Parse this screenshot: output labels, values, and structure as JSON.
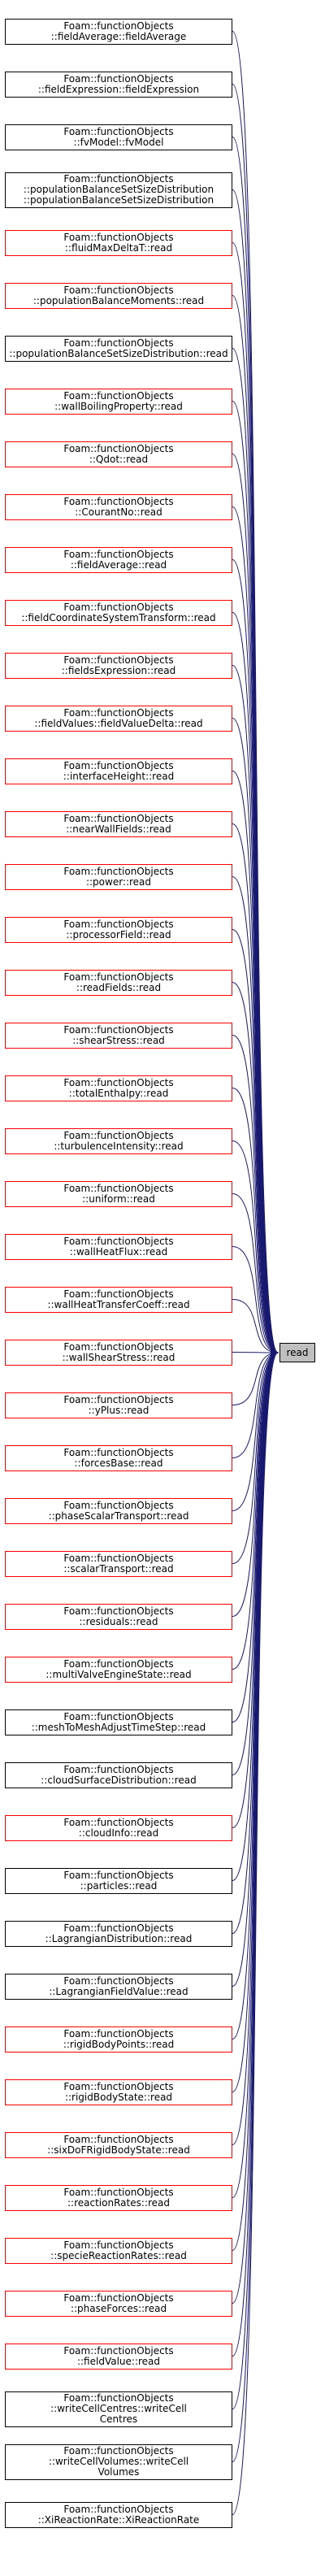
{
  "colors": {
    "edge": "#191970",
    "box_border_default": "#000000",
    "box_border_red": "#ff0000",
    "target_fill": "#bfbfbf"
  },
  "target": {
    "label": "read"
  },
  "nodes": [
    {
      "label": "Foam::functionObjects\n::fieldAverage::fieldAverage",
      "border": "black"
    },
    {
      "label": "Foam::functionObjects\n::fieldExpression::fieldExpression",
      "border": "black"
    },
    {
      "label": "Foam::functionObjects\n::fvModel::fvModel",
      "border": "black"
    },
    {
      "label": "Foam::functionObjects\n::populationBalanceSetSizeDistribution\n::populationBalanceSetSizeDistribution",
      "border": "black"
    },
    {
      "label": "Foam::functionObjects\n::fluidMaxDeltaT::read",
      "border": "red"
    },
    {
      "label": "Foam::functionObjects\n::populationBalanceMoments::read",
      "border": "red"
    },
    {
      "label": "Foam::functionObjects\n::populationBalanceSetSizeDistribution::read",
      "border": "black"
    },
    {
      "label": "Foam::functionObjects\n::wallBoilingProperty::read",
      "border": "red"
    },
    {
      "label": "Foam::functionObjects\n::Qdot::read",
      "border": "red"
    },
    {
      "label": "Foam::functionObjects\n::CourantNo::read",
      "border": "red"
    },
    {
      "label": "Foam::functionObjects\n::fieldAverage::read",
      "border": "red"
    },
    {
      "label": "Foam::functionObjects\n::fieldCoordinateSystemTransform::read",
      "border": "red"
    },
    {
      "label": "Foam::functionObjects\n::fieldsExpression::read",
      "border": "red"
    },
    {
      "label": "Foam::functionObjects\n::fieldValues::fieldValueDelta::read",
      "border": "red"
    },
    {
      "label": "Foam::functionObjects\n::interfaceHeight::read",
      "border": "red"
    },
    {
      "label": "Foam::functionObjects\n::nearWallFields::read",
      "border": "red"
    },
    {
      "label": "Foam::functionObjects\n::power::read",
      "border": "red"
    },
    {
      "label": "Foam::functionObjects\n::processorField::read",
      "border": "red"
    },
    {
      "label": "Foam::functionObjects\n::readFields::read",
      "border": "red"
    },
    {
      "label": "Foam::functionObjects\n::shearStress::read",
      "border": "red"
    },
    {
      "label": "Foam::functionObjects\n::totalEnthalpy::read",
      "border": "red"
    },
    {
      "label": "Foam::functionObjects\n::turbulenceIntensity::read",
      "border": "red"
    },
    {
      "label": "Foam::functionObjects\n::uniform::read",
      "border": "red"
    },
    {
      "label": "Foam::functionObjects\n::wallHeatFlux::read",
      "border": "red"
    },
    {
      "label": "Foam::functionObjects\n::wallHeatTransferCoeff::read",
      "border": "red"
    },
    {
      "label": "Foam::functionObjects\n::wallShearStress::read",
      "border": "red"
    },
    {
      "label": "Foam::functionObjects\n::yPlus::read",
      "border": "red"
    },
    {
      "label": "Foam::functionObjects\n::forcesBase::read",
      "border": "red"
    },
    {
      "label": "Foam::functionObjects\n::phaseScalarTransport::read",
      "border": "red"
    },
    {
      "label": "Foam::functionObjects\n::scalarTransport::read",
      "border": "red"
    },
    {
      "label": "Foam::functionObjects\n::residuals::read",
      "border": "red"
    },
    {
      "label": "Foam::functionObjects\n::multiValveEngineState::read",
      "border": "red"
    },
    {
      "label": "Foam::functionObjects\n::meshToMeshAdjustTimeStep::read",
      "border": "black"
    },
    {
      "label": "Foam::functionObjects\n::cloudSurfaceDistribution::read",
      "border": "black"
    },
    {
      "label": "Foam::functionObjects\n::cloudInfo::read",
      "border": "red"
    },
    {
      "label": "Foam::functionObjects\n::particles::read",
      "border": "black"
    },
    {
      "label": "Foam::functionObjects\n::LagrangianDistribution::read",
      "border": "black"
    },
    {
      "label": "Foam::functionObjects\n::LagrangianFieldValue::read",
      "border": "black"
    },
    {
      "label": "Foam::functionObjects\n::rigidBodyPoints::read",
      "border": "red"
    },
    {
      "label": "Foam::functionObjects\n::rigidBodyState::read",
      "border": "red"
    },
    {
      "label": "Foam::functionObjects\n::sixDoFRigidBodyState::read",
      "border": "red"
    },
    {
      "label": "Foam::functionObjects\n::reactionRates::read",
      "border": "red"
    },
    {
      "label": "Foam::functionObjects\n::specieReactionRates::read",
      "border": "red"
    },
    {
      "label": "Foam::functionObjects\n::phaseForces::read",
      "border": "red"
    },
    {
      "label": "Foam::functionObjects\n::fieldValue::read",
      "border": "red"
    },
    {
      "label": "Foam::functionObjects\n::writeCellCentres::writeCell\nCentres",
      "border": "black"
    },
    {
      "label": "Foam::functionObjects\n::writeCellVolumes::writeCell\nVolumes",
      "border": "black"
    },
    {
      "label": "Foam::functionObjects\n::XiReactionRate::XiReactionRate",
      "border": "black"
    }
  ]
}
